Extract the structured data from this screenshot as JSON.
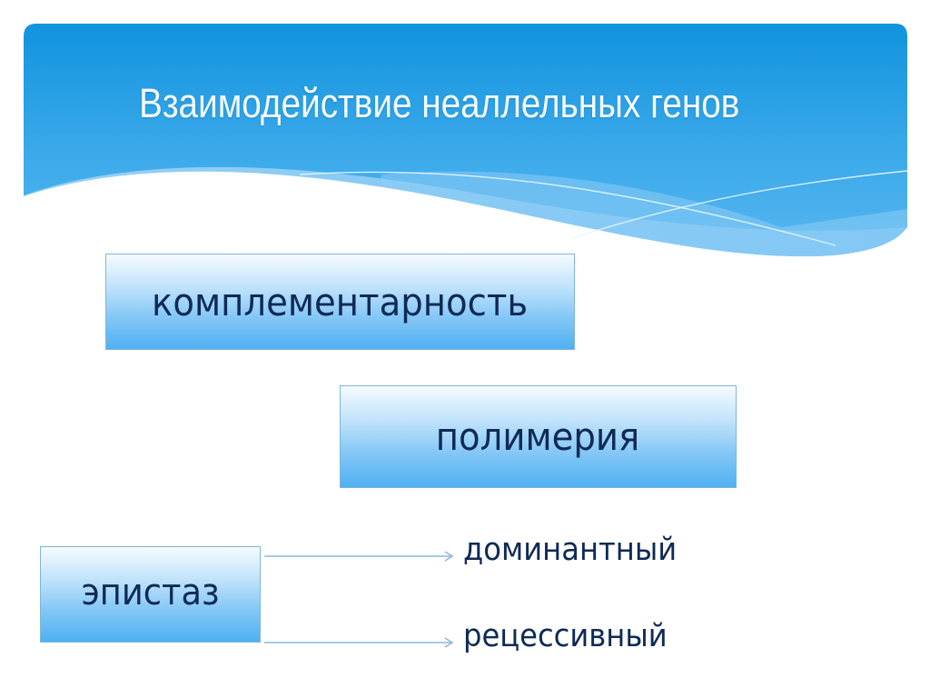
{
  "slide": {
    "title": "Взаимодействие неаллельных генов",
    "colors": {
      "banner_top": "#0a8fdc",
      "banner_bottom": "#5bb8f0",
      "box_top": "#f6fbff",
      "box_bottom": "#4fb0f2",
      "text": "#0f2a55",
      "arrow": "#8ab8d8"
    }
  },
  "diagram": {
    "boxes": [
      {
        "id": "complementarity",
        "label": "комплементарность"
      },
      {
        "id": "polymery",
        "label": "полимерия"
      },
      {
        "id": "epistasis",
        "label": "эпистаз"
      }
    ],
    "epistasis_types": [
      {
        "label": "доминантный",
        "icon": "arrow-right-icon"
      },
      {
        "label": "рецессивный",
        "icon": "arrow-right-icon"
      }
    ]
  }
}
